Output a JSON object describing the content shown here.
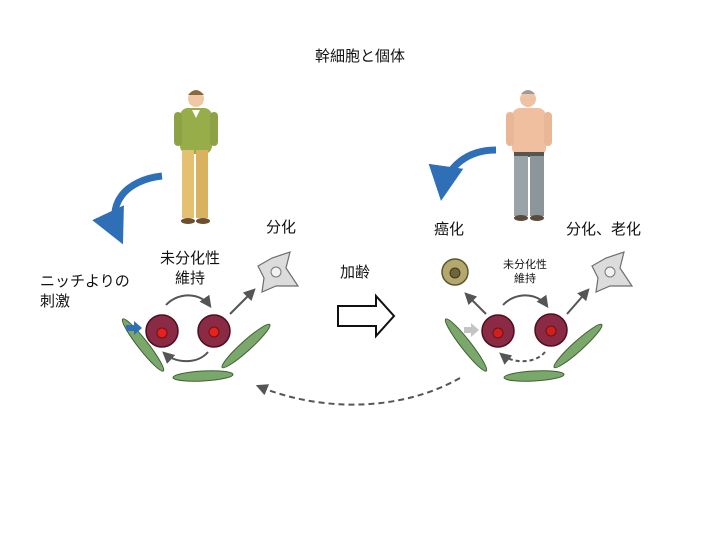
{
  "title": "幹細胞と個体",
  "young": {
    "niche_signal_line1": "ニッチよりの",
    "niche_signal_line2": "刺激",
    "undiff_line1": "未分化性",
    "undiff_line2": "維持",
    "differentiation": "分化"
  },
  "transition": {
    "label": "加齢"
  },
  "aged": {
    "cancer": "癌化",
    "undiff_line1": "未分化性",
    "undiff_line2": "維持",
    "diff_aging": "分化、老化"
  },
  "colors": {
    "stem_cell": "#8b2a45",
    "nucleus": "#e8201e",
    "niche": "#7aa86a",
    "signal_arrow": "#2f6fb8",
    "arrow": "#555555",
    "cancer_cell": "#b5a86c",
    "diff_cell": "#d9d9d9"
  }
}
